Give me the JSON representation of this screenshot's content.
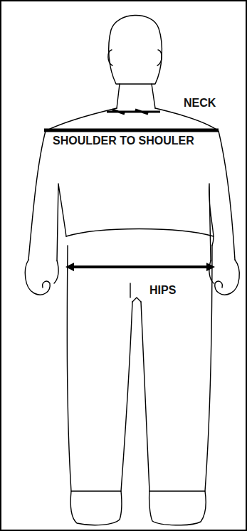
{
  "diagram": {
    "labels": [
      "NECK",
      "SHOULDER TO SHOULER",
      "HIPS"
    ]
  }
}
